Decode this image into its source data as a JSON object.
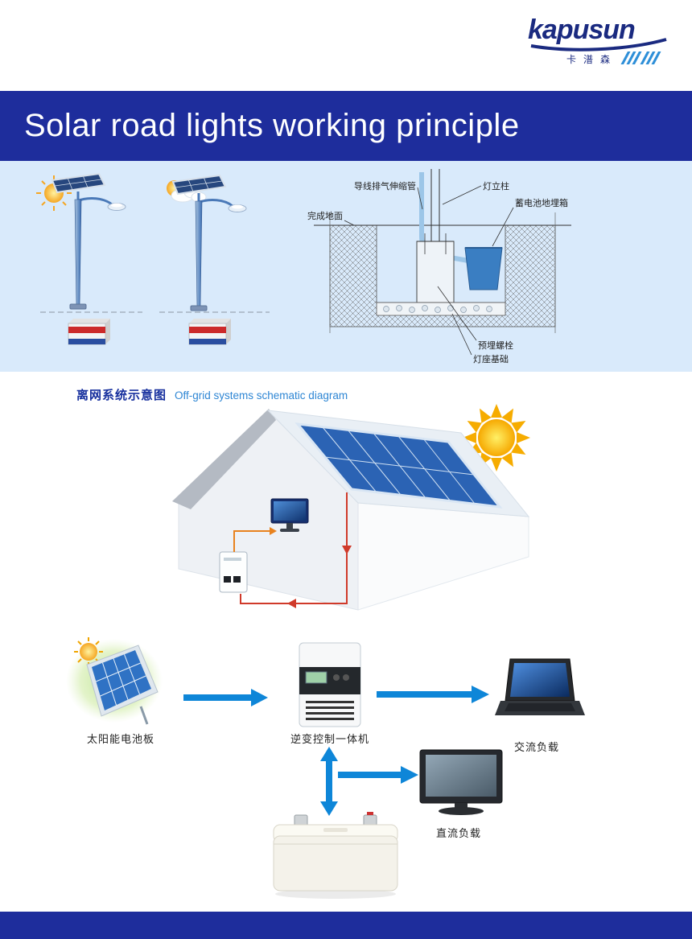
{
  "logo": {
    "brand": "kapusun",
    "subtitle": "卡潽森"
  },
  "header": {
    "title": "Solar road lights working principle"
  },
  "install_diagram": {
    "label_conduit": "导线排气伸缩管",
    "label_pole": "灯立柱",
    "label_ground": "完成地面",
    "label_battery_box": "蓄电池地埋箱",
    "label_anchor_bolt": "预埋螺栓",
    "label_lamp_base": "灯座基础"
  },
  "offgrid_section": {
    "title_zh": "离网系统示意图",
    "title_en": "Off-grid systems schematic diagram"
  },
  "flow_diagram": {
    "solar_panel": "太阳能电池板",
    "inverter": "逆变控制一体机",
    "ac_load": "交流负载",
    "dc_load": "直流负载"
  },
  "colors": {
    "brand_blue": "#1e2d9c",
    "light_blue_bg": "#d9eafb",
    "arrow_blue": "#0e86d8",
    "panel_blue": "#2b63b4",
    "wire_red": "#d03a2a",
    "wire_orange": "#e8821e"
  }
}
